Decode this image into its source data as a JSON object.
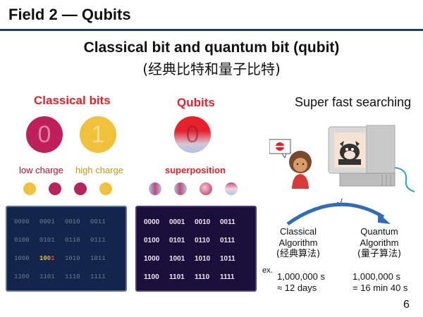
{
  "header": {
    "title": "Field 2 ― Qubits"
  },
  "main": {
    "title": "Classical bit and quantum bit (qubit)",
    "subtitle": "(经典比特和量子比特)"
  },
  "classical": {
    "heading": "Classical bits",
    "circle_zero": "0",
    "circle_one": "1",
    "low_label": "low charge",
    "high_label": "high charge",
    "grid": [
      [
        "0000",
        "0001",
        "0010",
        "0011"
      ],
      [
        "0100",
        "0101",
        "0110",
        "0111"
      ],
      [
        "1000",
        "1001",
        "1010",
        "1011"
      ],
      [
        "1100",
        "1101",
        "1110",
        "1111"
      ]
    ]
  },
  "quantum": {
    "heading": "Qubits",
    "circle_symbol": "0",
    "superposition_label": "superposition",
    "grid": [
      [
        "0000",
        "0001",
        "0010",
        "0011"
      ],
      [
        "0100",
        "0101",
        "0110",
        "0111"
      ],
      [
        "1000",
        "1001",
        "1010",
        "1011"
      ],
      [
        "1100",
        "1101",
        "1110",
        "1111"
      ]
    ]
  },
  "search": {
    "heading": "Super fast searching",
    "sqrt_symbol": "√",
    "ex_label": "ex.",
    "classical_algo": {
      "line1": "Classical",
      "line2": "Algorithm",
      "line3": "(经典算法)",
      "time1": "1,000,000 s",
      "time2": "≈ 12 days"
    },
    "quantum_algo": {
      "line1": "Quantum",
      "line2": "Algorithm",
      "line3": "(量子算法)",
      "time1": "1,000,000 s",
      "time2": "= 16 min 40 s"
    }
  },
  "page_number": "6",
  "colors": {
    "accent_red": "#e8202b",
    "navy_rule": "#1f3a6e",
    "magenta": "#c0205a",
    "gold": "#f2c13b",
    "arrow_blue": "#2f6db5"
  }
}
